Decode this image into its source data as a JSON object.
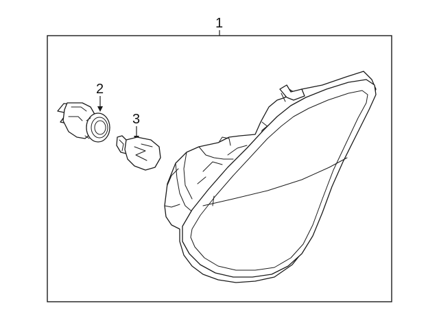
{
  "callouts": {
    "assembly": "1",
    "socket": "2",
    "bulb": "3"
  },
  "colors": {
    "line": "#1a1a1a",
    "background": "#ffffff"
  }
}
